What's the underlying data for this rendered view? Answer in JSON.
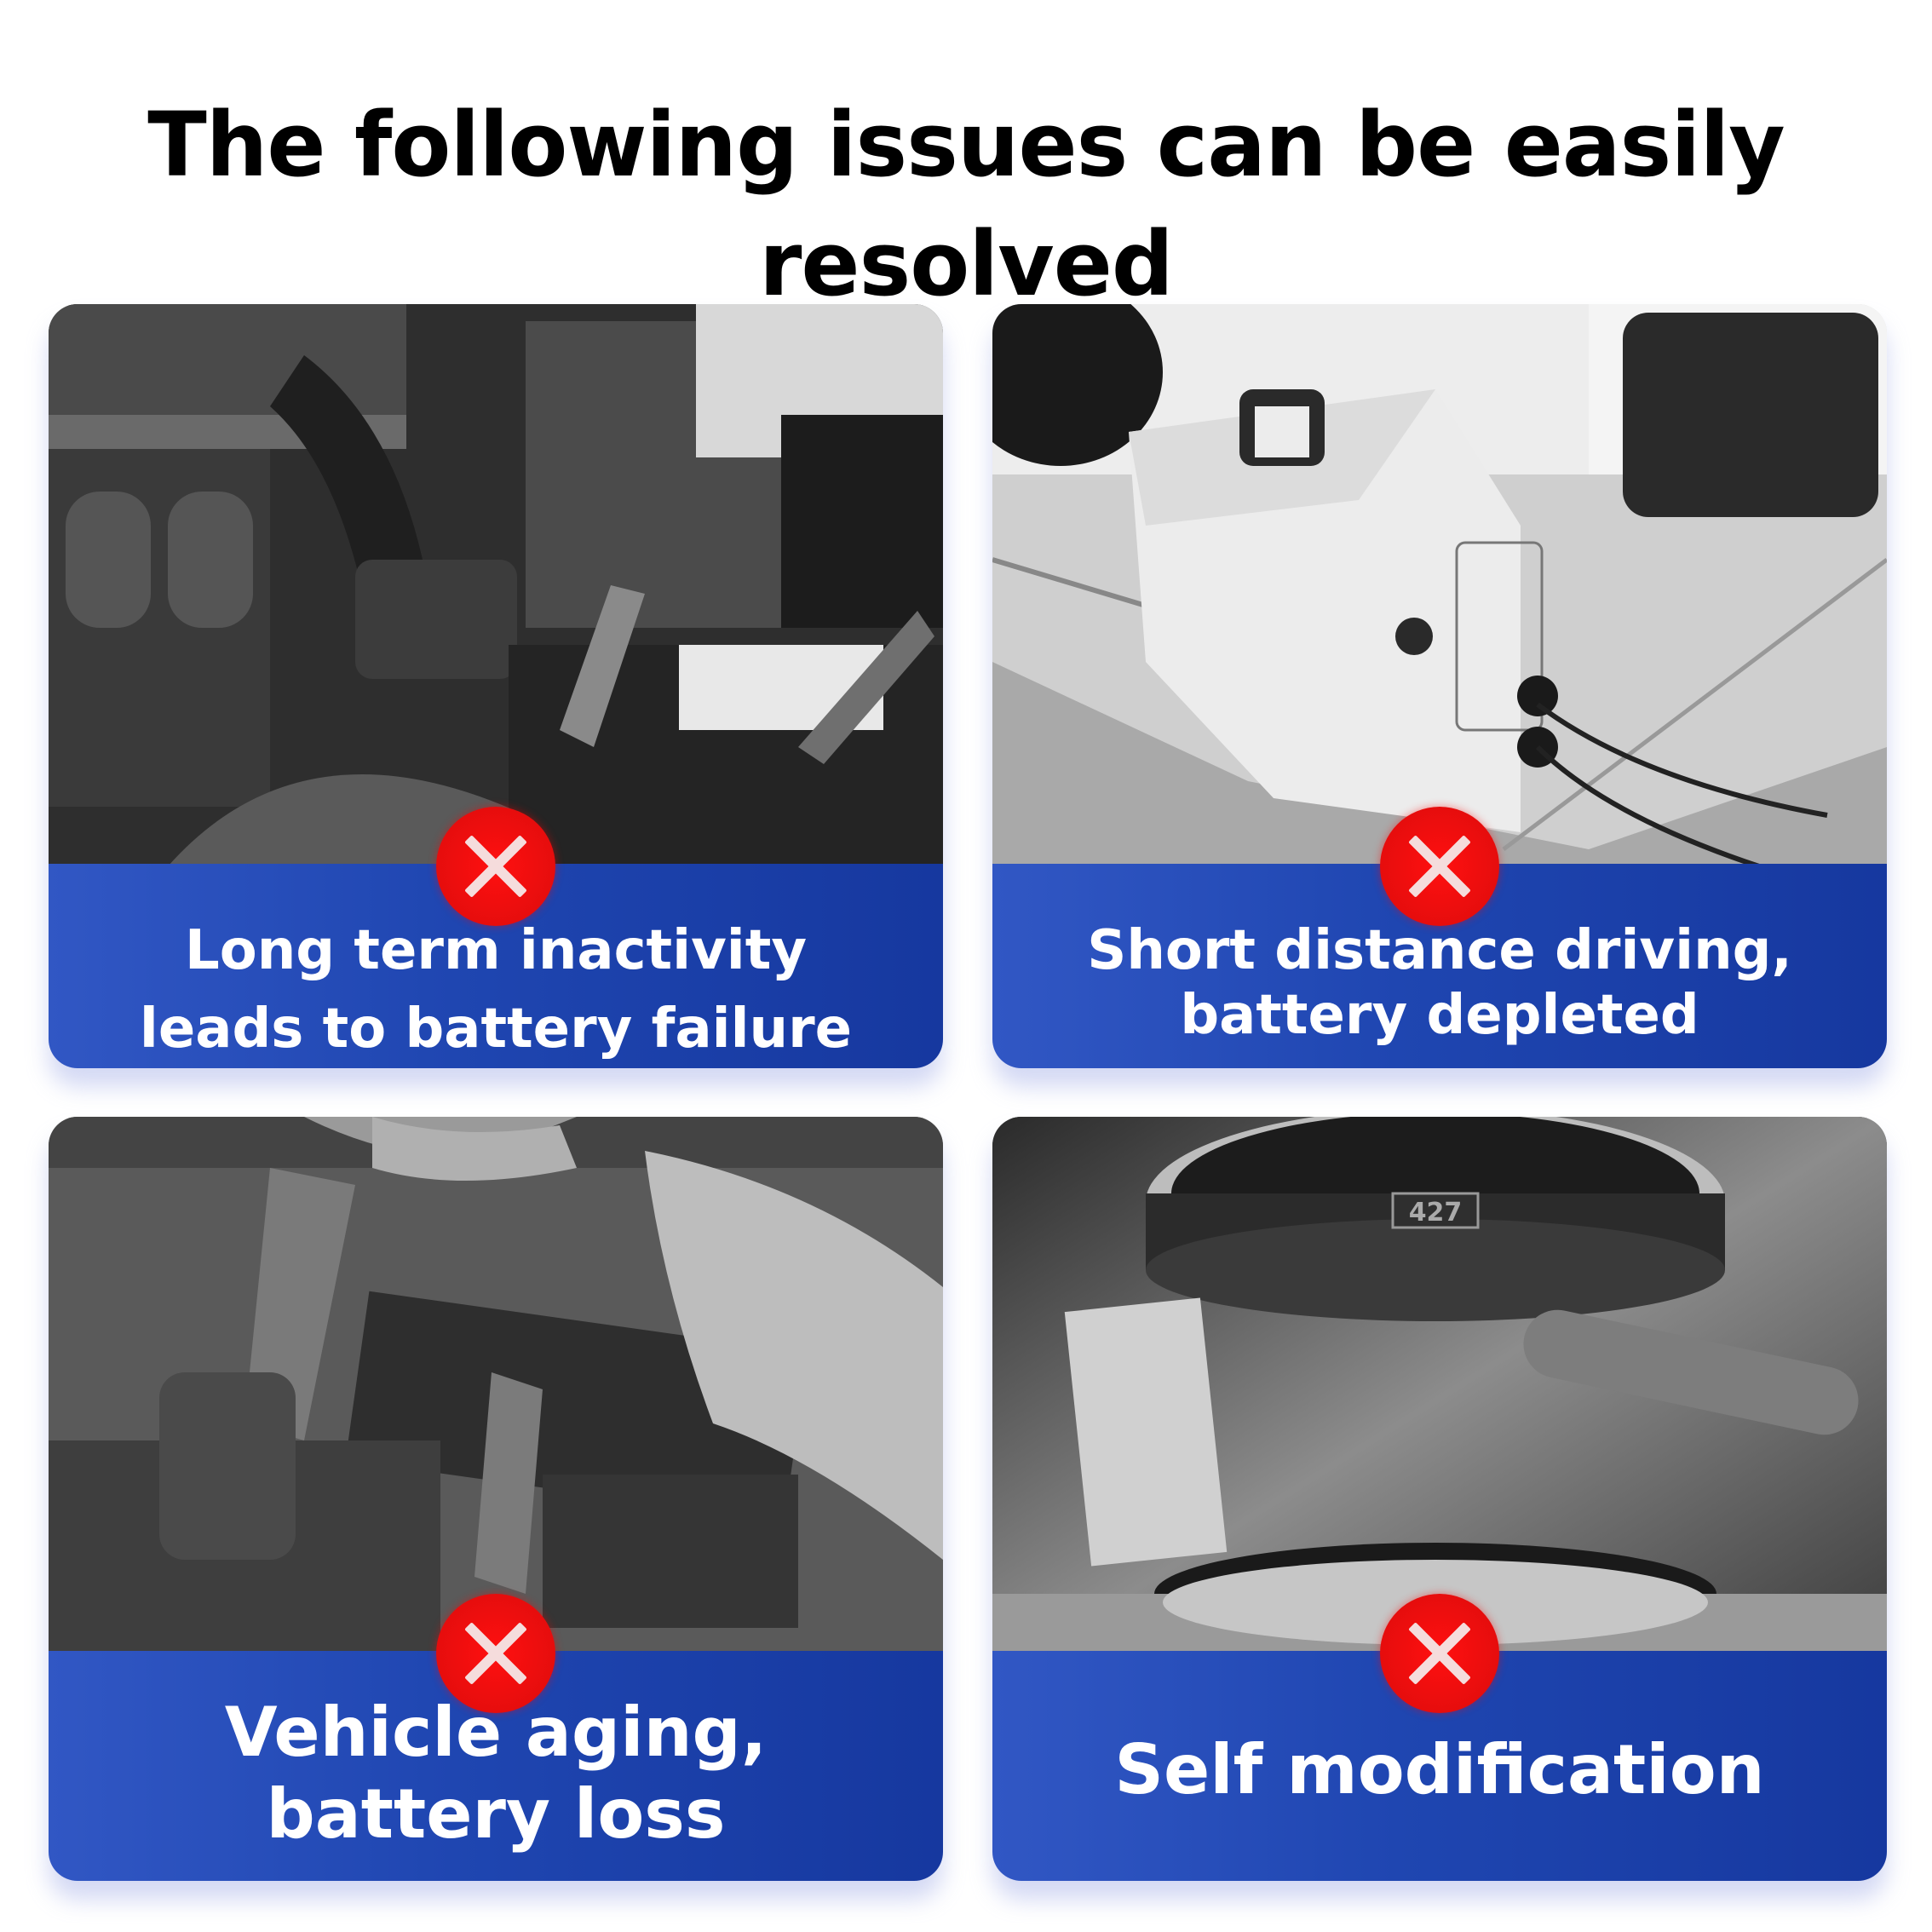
{
  "headline": "The following issues can be easily resolved",
  "colors": {
    "band_blue_light": "#3157c4",
    "band_blue_dark": "#16389f",
    "badge_red": "#e60d0d",
    "headline_text": "#000000",
    "card_text": "#ffffff"
  },
  "cards": [
    {
      "id": "inactivity",
      "photo": "grayscale engine bay with jumper clamps on battery",
      "icon": "x-circle-icon",
      "lines": [
        "Long term inactivity",
        "leads to battery failure"
      ]
    },
    {
      "id": "short-distance",
      "photo": "grayscale portable power station with cables next to car",
      "icon": "x-circle-icon",
      "lines": [
        "Short distance driving,",
        "battery depleted"
      ]
    },
    {
      "id": "aging",
      "photo": "grayscale hands attaching clamps to car battery terminals",
      "icon": "x-circle-icon",
      "lines": [
        "Vehicle aging,",
        "battery loss"
      ]
    },
    {
      "id": "modification",
      "photo": "grayscale chrome V8 engine with 427 air cleaner",
      "icon": "x-circle-icon",
      "lines": [
        "Self modification"
      ],
      "photo_label": "427"
    }
  ]
}
